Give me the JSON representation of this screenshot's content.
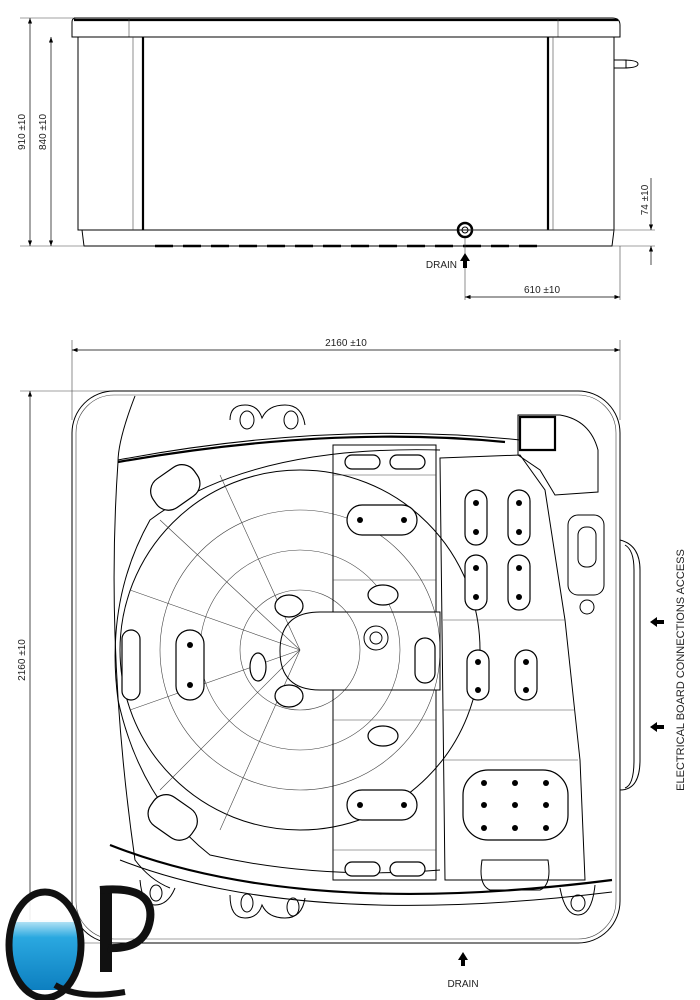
{
  "side_view": {
    "height_overall": "910 ±10",
    "height_body": "840 ±10",
    "drain_height": "74 ±10",
    "drain_offset": "610 ±10",
    "drain_label": "DRAIN"
  },
  "plan_view": {
    "width": "2160 ±10",
    "depth": "2160 ±10",
    "electrical_label": "ELECTRICAL BOARD CONNECTIONS ACCESS",
    "drain_label": "DRAIN"
  },
  "logo": {
    "text": "QP",
    "water_color": "#1a9ad6"
  }
}
